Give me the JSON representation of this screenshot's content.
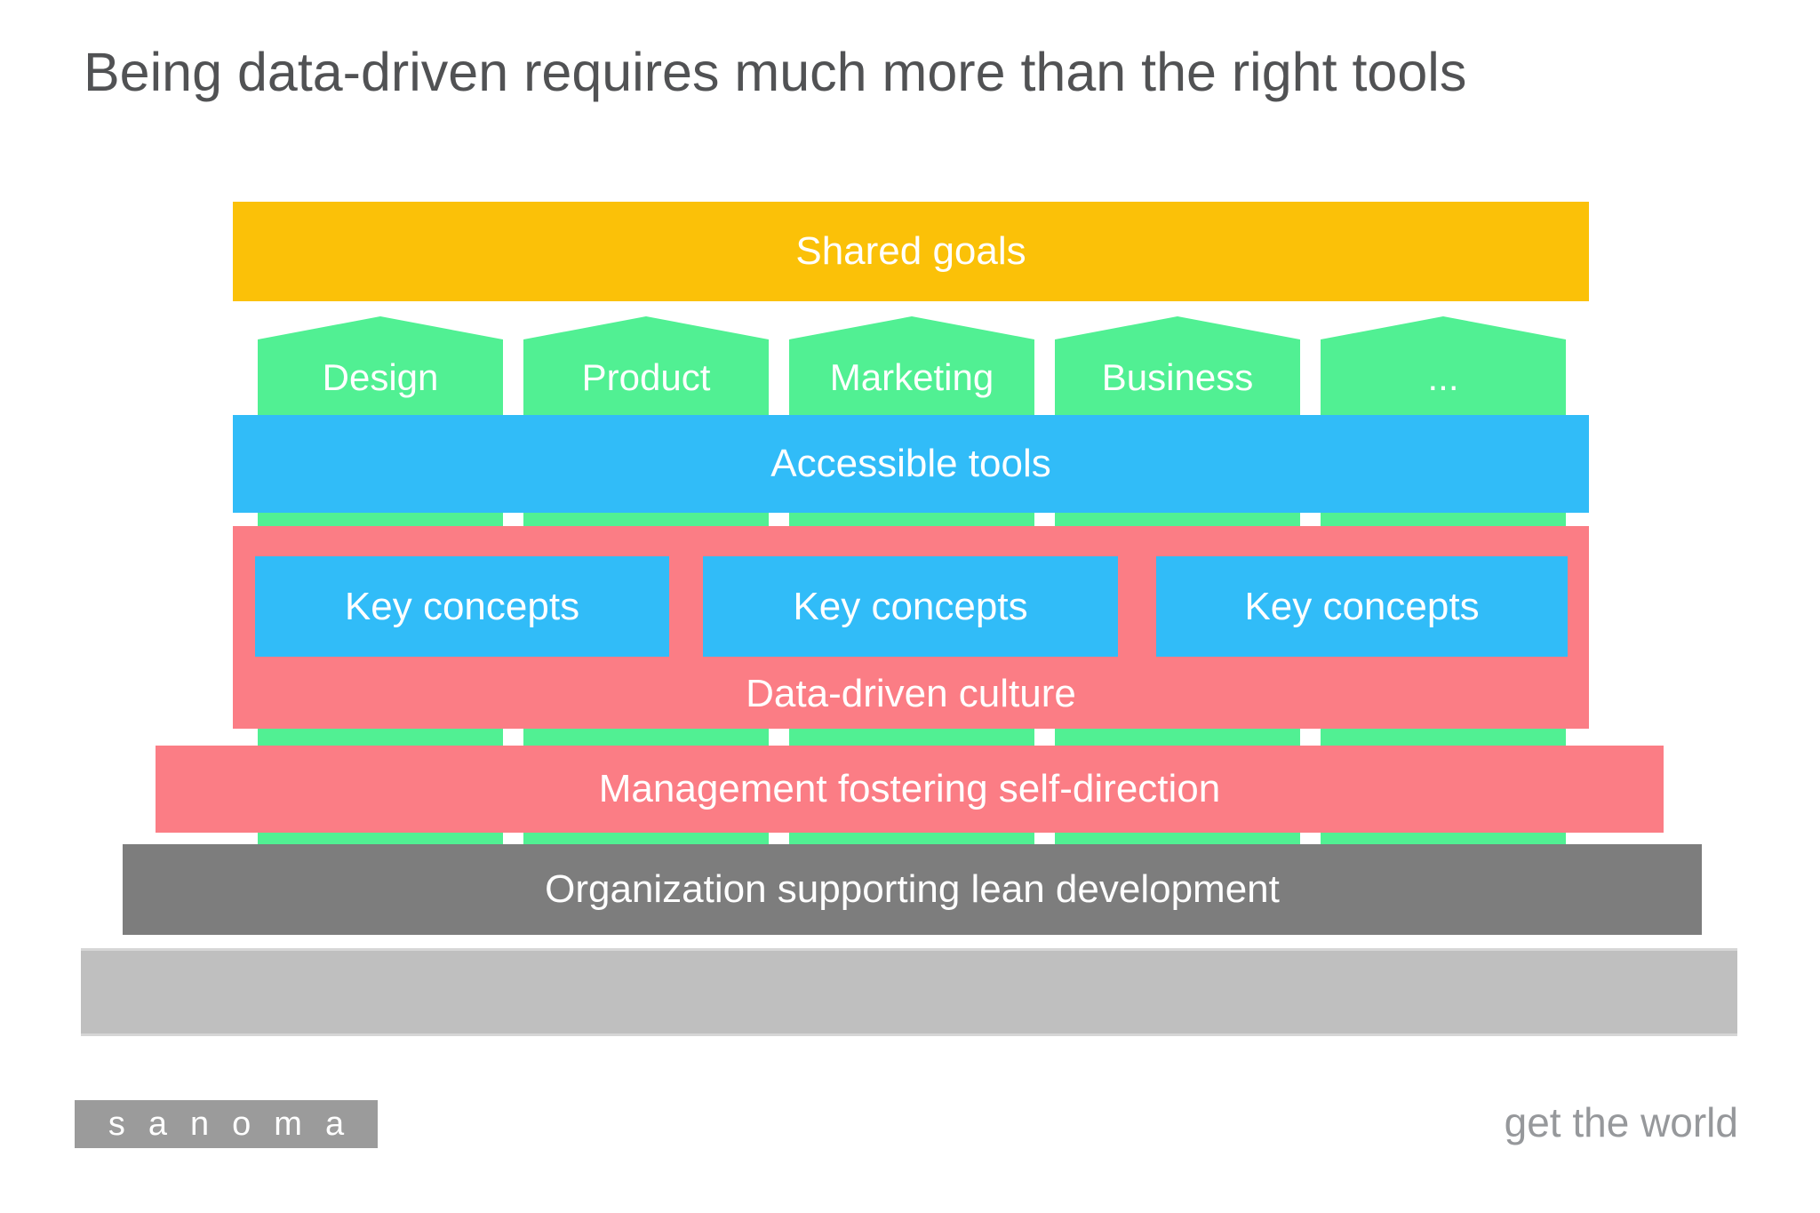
{
  "title": "Being data-driven requires much more than the right tools",
  "diagram": {
    "shared_goals": "Shared goals",
    "pillars": [
      "Design",
      "Product",
      "Marketing",
      "Business",
      "..."
    ],
    "accessible_tools": "Accessible tools",
    "key_concepts": [
      "Key concepts",
      "Key concepts",
      "Key concepts"
    ],
    "data_driven_culture": "Data-driven culture",
    "management": "Management fostering self-direction",
    "organization": "Organization supporting lean development"
  },
  "footer": {
    "logo": "sanoma",
    "tagline": "get the world"
  },
  "colors": {
    "shared_goals_yellow": "#FBC108",
    "pillar_green": "#51F093",
    "tools_blue": "#31BCF8",
    "culture_red": "#FB7D85",
    "organization_gray": "#7D7D7D",
    "base_gray": "#BFBFBF",
    "title_text": "#515254",
    "logo_gray": "#9B9B9B"
  }
}
